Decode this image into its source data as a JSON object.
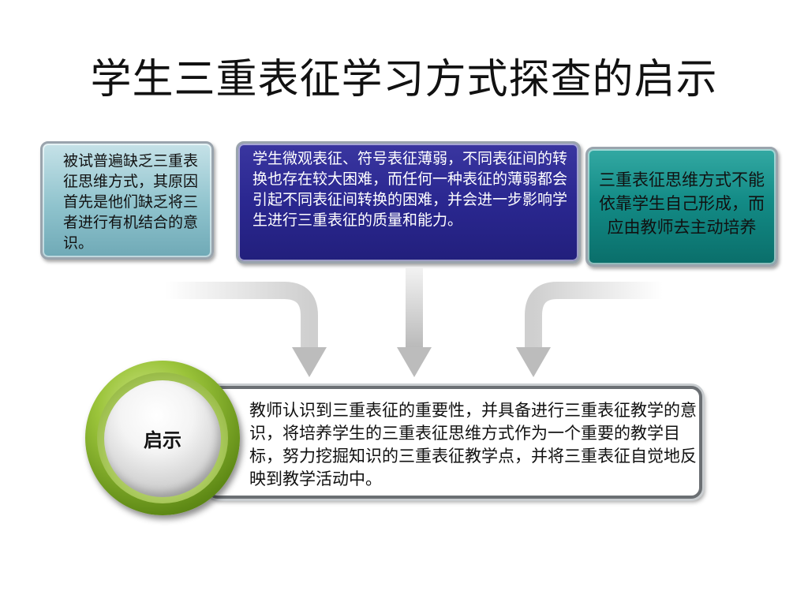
{
  "slide": {
    "title": "学生三重表征学习方式探查的启示",
    "boxes": {
      "left": "被试普遍缺乏三重表征思维方式，其原因首先是他们缺乏将三者进行有机结合的意识。",
      "middle": "学生微观表征、符号表征薄弱，不同表征间的转换也存在较大困难，而任何一种表征的薄弱都会引起不同表征间转换的困难，并会进一步影响学生进行三重表征的质量和能力。",
      "right": "三重表征思维方式不能依靠学生自己形成，而应由教师去主动培养"
    },
    "circle_label": "启示",
    "conclusion": "教师认识到三重表征的重要性，并具备进行三重表征教学的意识，将培养学生的三重表征思维方式作为一个重要的教学目标，努力挖掘知识的三重表征教学点，并将三重表征自觉地反映到教学活动中。"
  },
  "colors": {
    "left_box": "#8fc3cd",
    "middle_box": "#2a2790",
    "right_box": "#138b86",
    "ring": "#7aa025"
  }
}
